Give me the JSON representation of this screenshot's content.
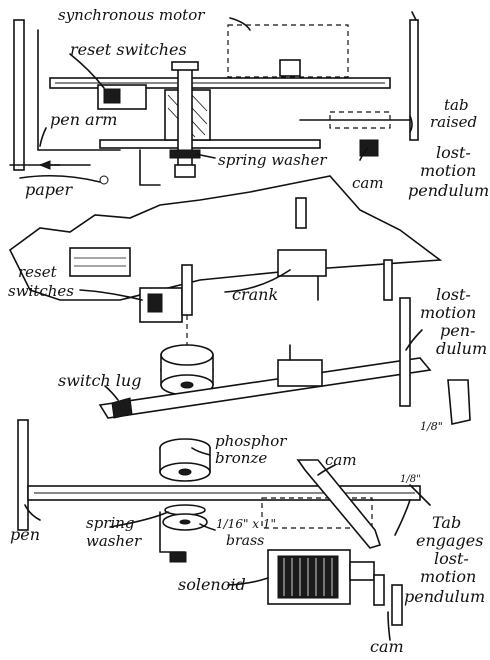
{
  "labels": {
    "synchronous_motor": "synchronous motor",
    "reset_switches_top": "reset switches",
    "pen_arm": "pen arm",
    "paper": "paper",
    "spring_washer_top": "spring washer",
    "cam_top": "cam",
    "tab_raised_1": "tab",
    "tab_raised_2": "raised",
    "lost_motion_top_1": "lost-",
    "lost_motion_top_2": "motion",
    "lost_motion_top_3": "pendulum",
    "reset_switches_mid_1": "reset",
    "reset_switches_mid_2": "switches",
    "crank": "crank",
    "lost_motion_mid_1": "lost-",
    "lost_motion_mid_2": "motion",
    "lost_motion_mid_3": "pen-",
    "lost_motion_mid_4": "dulum",
    "switch_lug": "switch lug",
    "eighth_inch": "1/8\"",
    "phosphor_1": "phosphor",
    "phosphor_2": "bronze",
    "cam_bottom": "cam",
    "eighth_inch_2": "1/8\"",
    "pen": "pen",
    "spring_washer_bottom_1": "spring",
    "spring_washer_bottom_2": "washer",
    "brass_1": "1/16\" x 1\"",
    "brass_2": "brass",
    "tab_engages_1": "Tab",
    "tab_engages_2": "engages",
    "tab_engages_3": "lost-",
    "tab_engages_4": "motion",
    "tab_engages_5": "pendulum",
    "solenoid": "solenoid",
    "cam_lowest": "cam"
  }
}
